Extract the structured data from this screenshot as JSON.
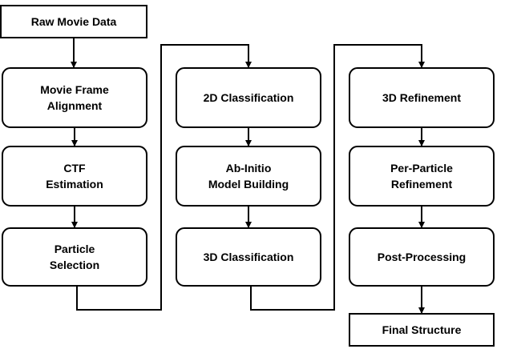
{
  "nodes": [
    {
      "id": "raw",
      "lines": [
        "Raw Movie Data"
      ]
    },
    {
      "id": "align",
      "lines": [
        "Movie Frame",
        "Alignment"
      ]
    },
    {
      "id": "ctf",
      "lines": [
        "CTF",
        "Estimation"
      ]
    },
    {
      "id": "select",
      "lines": [
        "Particle",
        "Selection"
      ]
    },
    {
      "id": "class2d",
      "lines": [
        "2D Classification"
      ]
    },
    {
      "id": "abinitio",
      "lines": [
        "Ab-Initio",
        "Model Building"
      ]
    },
    {
      "id": "class3d",
      "lines": [
        "3D Classification"
      ]
    },
    {
      "id": "refine3d",
      "lines": [
        "3D Refinement"
      ]
    },
    {
      "id": "perparticle",
      "lines": [
        "Per-Particle",
        "Refinement"
      ]
    },
    {
      "id": "post",
      "lines": [
        "Post-Processing"
      ]
    },
    {
      "id": "final",
      "lines": [
        "Final Structure"
      ]
    }
  ],
  "edges": [
    [
      "raw",
      "align"
    ],
    [
      "align",
      "ctf"
    ],
    [
      "ctf",
      "select"
    ],
    [
      "select",
      "class2d"
    ],
    [
      "class2d",
      "abinitio"
    ],
    [
      "abinitio",
      "class3d"
    ],
    [
      "class3d",
      "refine3d"
    ],
    [
      "refine3d",
      "perparticle"
    ],
    [
      "perparticle",
      "post"
    ],
    [
      "post",
      "final"
    ]
  ]
}
